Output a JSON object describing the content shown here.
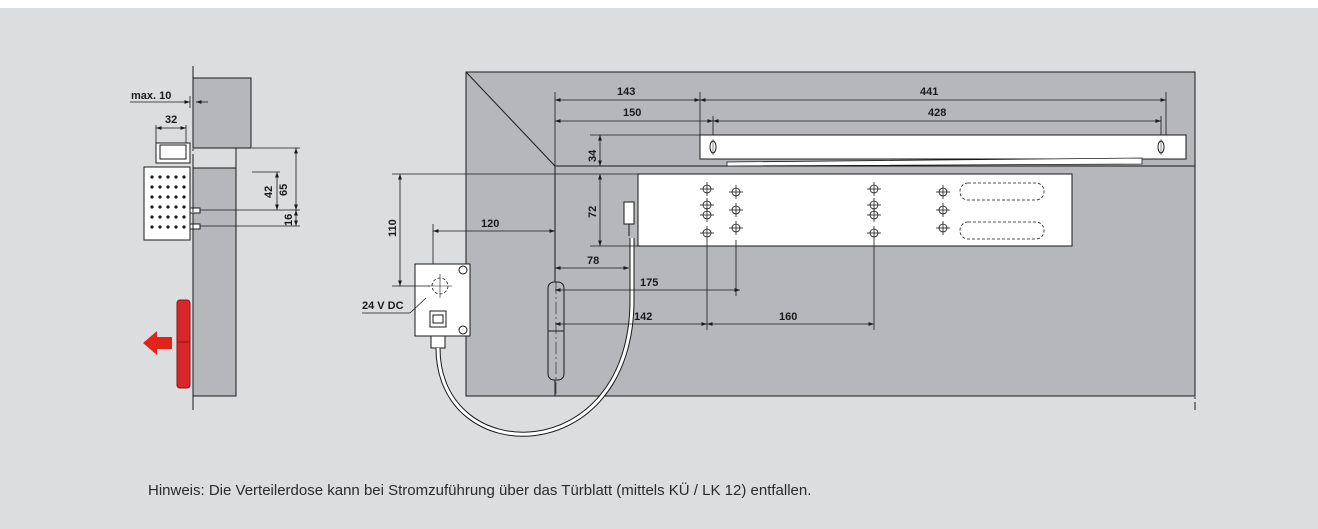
{
  "side_view": {
    "labels": {
      "max": "max. 10",
      "d32": "32",
      "d42": "42",
      "d65": "65",
      "d16": "16"
    }
  },
  "front_view": {
    "labels": {
      "d143": "143",
      "d441": "441",
      "d150": "150",
      "d428": "428",
      "d34": "34",
      "d72": "72",
      "d110": "110",
      "d120": "120",
      "d78": "78",
      "d175": "175",
      "d142": "142",
      "d160": "160",
      "voltage": "24 V DC"
    }
  },
  "colors": {
    "panel": "#dcdddf",
    "wall": "#b6b7ba",
    "arrow": "#e2231a",
    "hinge": "#d9262b"
  },
  "note": "Hinweis: Die Verteilerdose kann bei Stromzuführung über das Türblatt (mittels KÜ / LK 12) entfallen."
}
